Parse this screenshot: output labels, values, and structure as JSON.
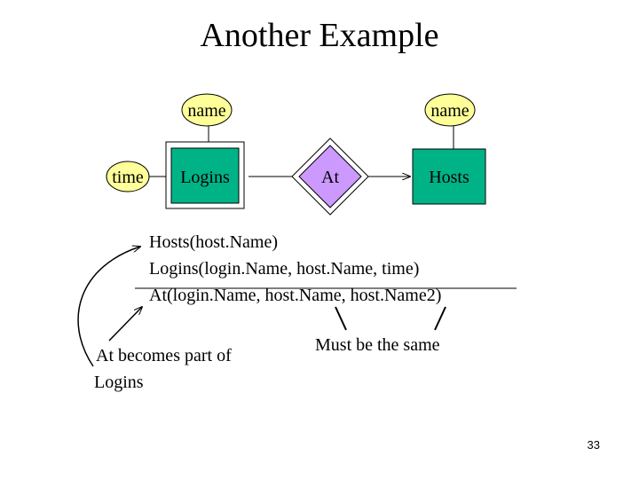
{
  "slide": {
    "title": "Another Example",
    "page_number": "33"
  },
  "diagram": {
    "attributes": {
      "time": "time",
      "logins_name": "name",
      "hosts_name": "name"
    },
    "entities": {
      "logins": "Logins",
      "hosts": "Hosts"
    },
    "relationship": "At"
  },
  "schema_lines": [
    "Hosts(host.Name)",
    "Logins(login.Name, host.Name, time)",
    "At(login.Name, host.Name, host.Name2)"
  ],
  "annotations": {
    "at_becomes_part_line1": "At becomes part of",
    "at_becomes_part_line2": "Logins",
    "must_be_same": "Must be the same"
  },
  "colors": {
    "attribute_fill": "#FFFF99",
    "entity_fill": "#00B386",
    "relationship_fill": "#CC99FF"
  }
}
